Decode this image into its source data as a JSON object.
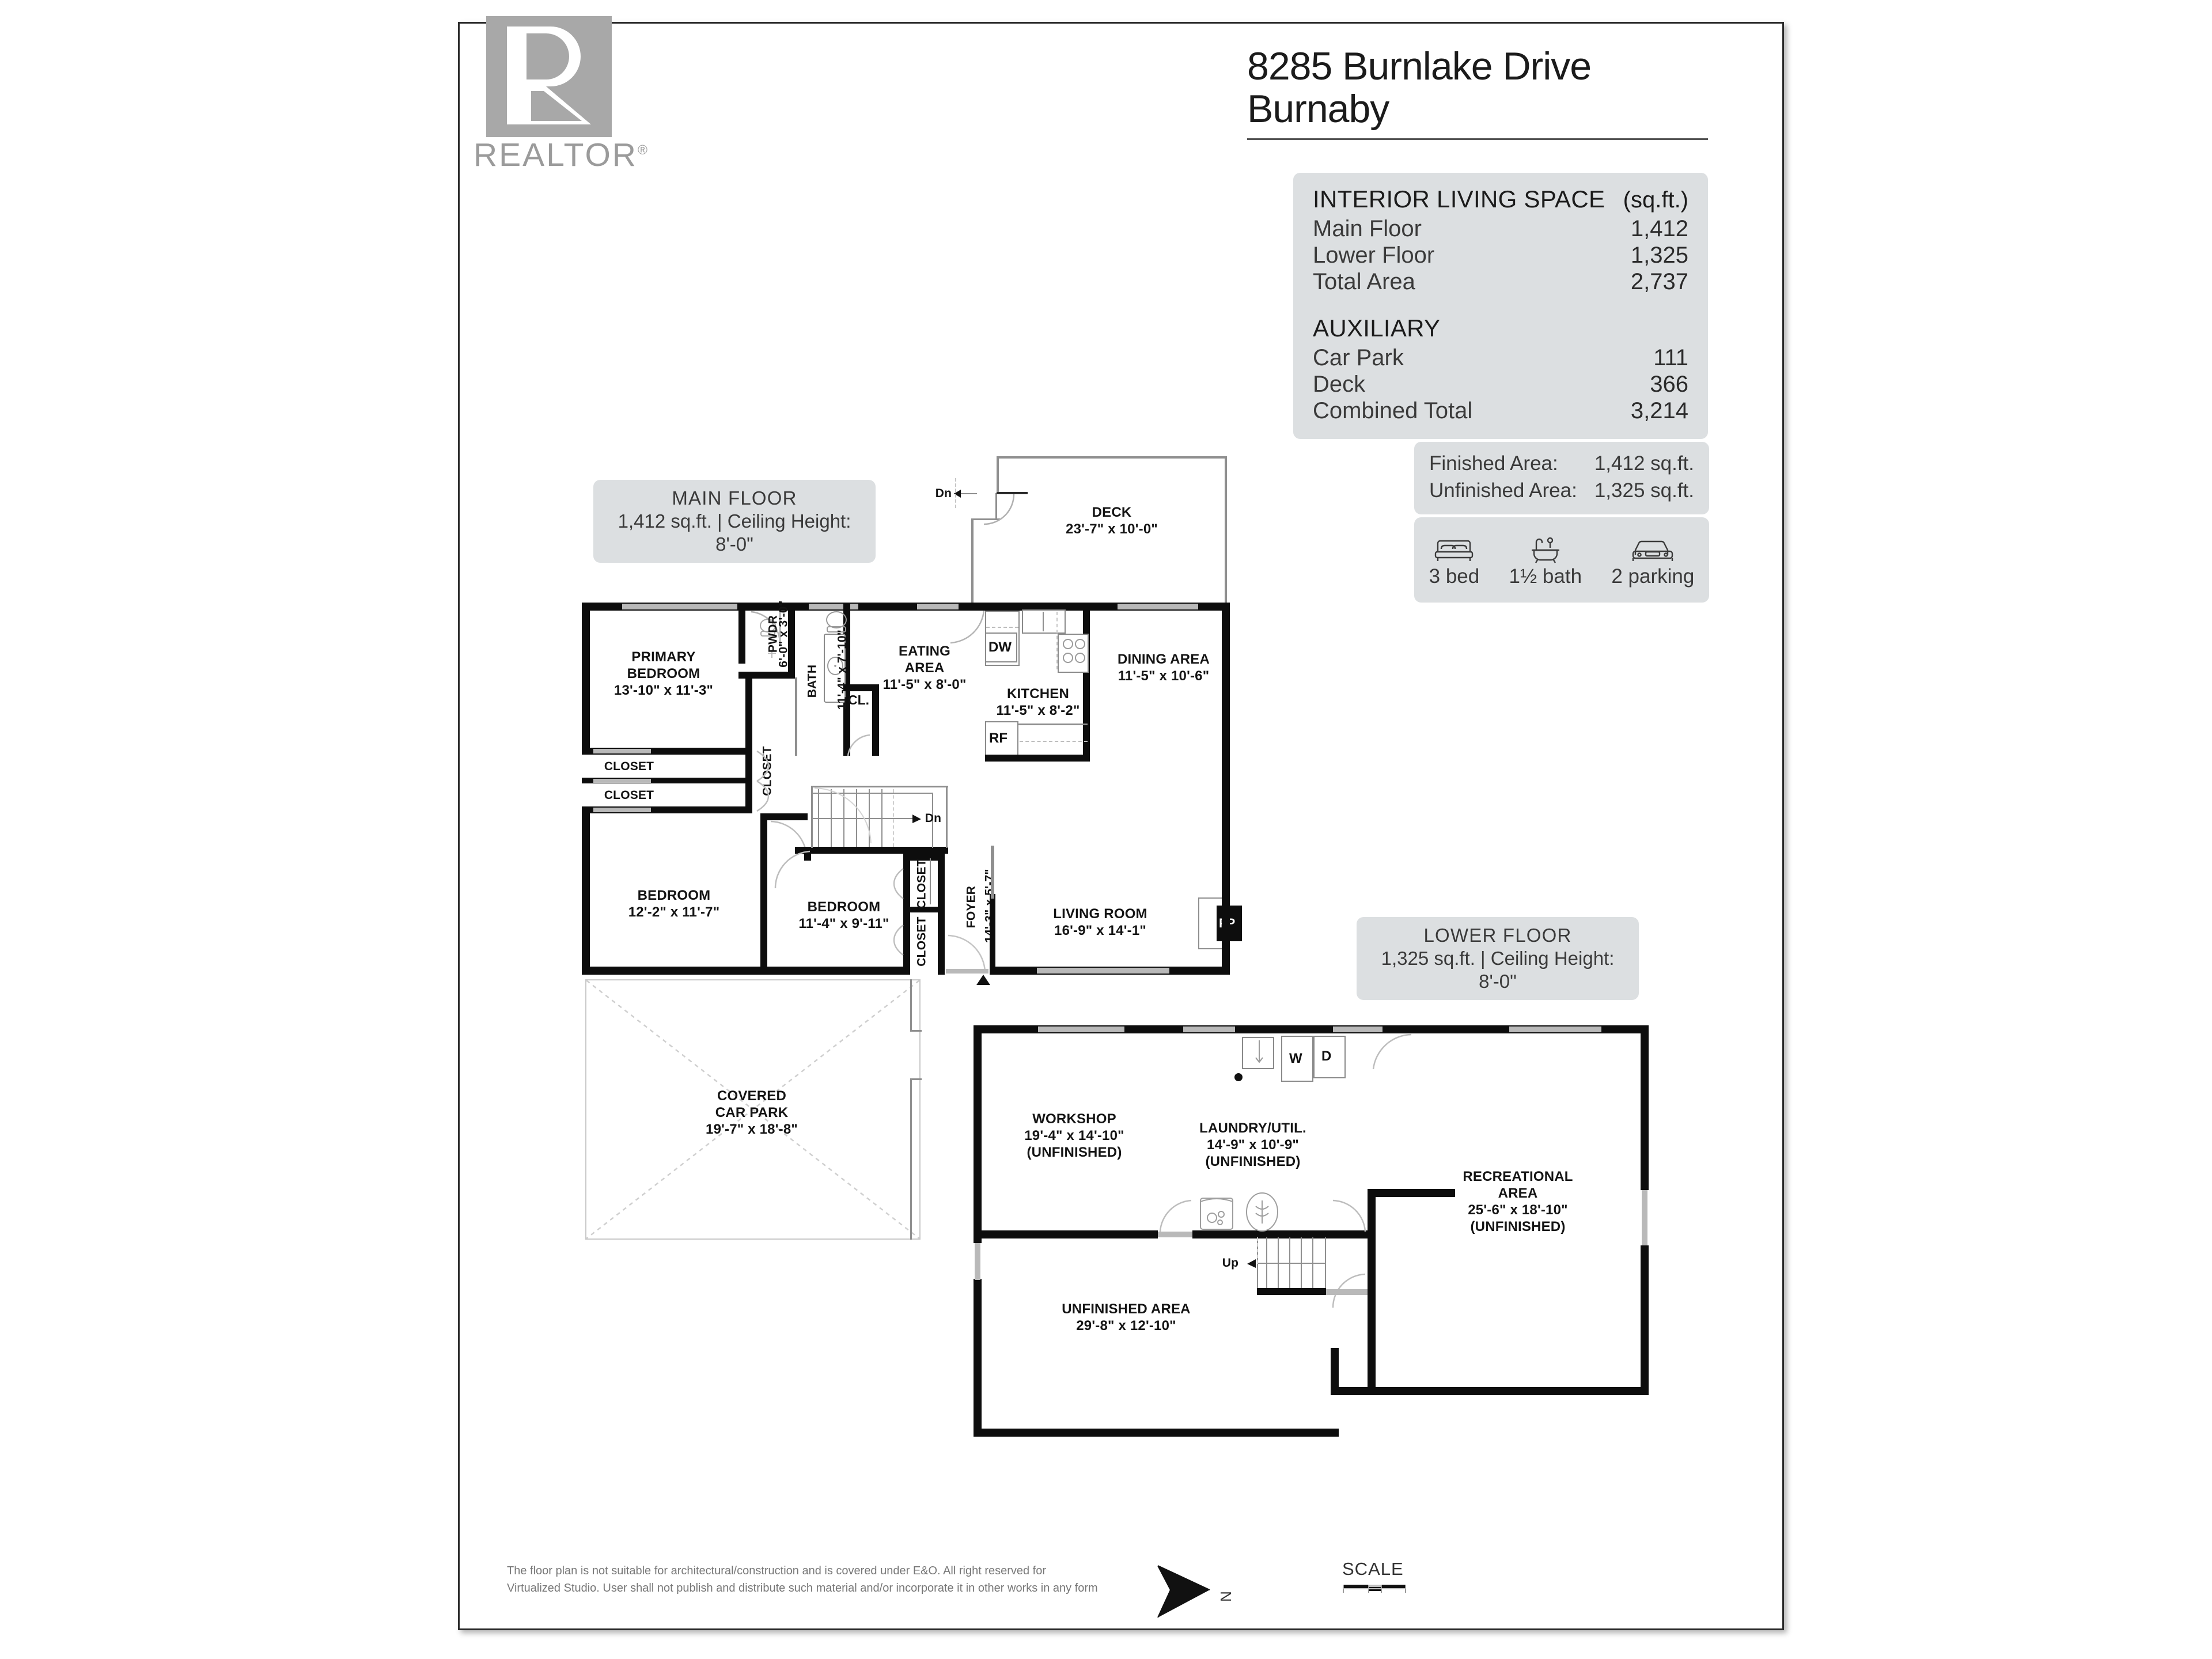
{
  "logo": {
    "brand": "REALTOR",
    "registered": "®",
    "icon": "realtor-r-logo"
  },
  "header": {
    "address_line1": "8285 Burnlake Drive",
    "address_line2": "Burnaby"
  },
  "stats": {
    "interior_heading": "INTERIOR LIVING SPACE",
    "unit_label": "(sq.ft.)",
    "interior_rows": [
      {
        "label": "Main Floor",
        "value": "1,412"
      },
      {
        "label": "Lower Floor",
        "value": "1,325"
      },
      {
        "label": "Total Area",
        "value": "2,737"
      }
    ],
    "auxiliary_heading": "AUXILIARY",
    "auxiliary_rows": [
      {
        "label": "Car Park",
        "value": "111"
      },
      {
        "label": "Deck",
        "value": "366"
      },
      {
        "label": "Combined Total",
        "value": "3,214"
      }
    ]
  },
  "finished": {
    "rows": [
      {
        "label": "Finished Area:",
        "value": "1,412 sq.ft."
      },
      {
        "label": "Unfinished Area:",
        "value": "1,325 sq.ft."
      }
    ]
  },
  "features": [
    {
      "icon": "bed-icon",
      "label": "3 bed"
    },
    {
      "icon": "bathtub-icon",
      "label": "1½ bath"
    },
    {
      "icon": "car-icon",
      "label": "2 parking"
    }
  ],
  "floors": {
    "main": {
      "name": "MAIN FLOOR",
      "detail": "1,412 sq.ft. | Ceiling Height: 8'-0\""
    },
    "lower": {
      "name": "LOWER FLOOR",
      "detail": "1,325 sq.ft. | Ceiling Height: 8'-0\""
    }
  },
  "main_floor_rooms": {
    "primary_bedroom": {
      "name": "PRIMARY BEDROOM",
      "line1": "PRIMARY",
      "line2": "BEDROOM",
      "dims": "13'-10\" x 11'-3\""
    },
    "powder": {
      "name": "PWDR",
      "dims": "6'-0\" x 3'-0\""
    },
    "bath": {
      "name": "BATH",
      "dims": "11'-4\" x 7'-10\""
    },
    "eating": {
      "line1": "EATING",
      "line2": "AREA",
      "dims": "11'-5\" x 8'-0\""
    },
    "kitchen": {
      "name": "KITCHEN",
      "dims": "11'-5\" x 8'-2\""
    },
    "dining": {
      "name": "DINING AREA",
      "dims": "11'-5\" x 10'-6\""
    },
    "deck": {
      "name": "DECK",
      "dims": "23'-7\" x 10'-0\""
    },
    "bedroom2": {
      "name": "BEDROOM",
      "dims": "12'-2\" x 11'-7\""
    },
    "bedroom3": {
      "name": "BEDROOM",
      "dims": "11'-4\" x 9'-11\""
    },
    "foyer": {
      "name": "FOYER",
      "dims": "14'-3\" x 5'-7\""
    },
    "living": {
      "name": "LIVING ROOM",
      "dims": "16'-9\" x 14'-1\""
    },
    "car_park": {
      "line1": "COVERED",
      "line2": "CAR PARK",
      "dims": "19'-7\" x 18'-8\""
    },
    "closet_a": "CLOSET",
    "closet_b": "CLOSET",
    "closet_c": "CLOSET",
    "closet_d": "CLOSET",
    "closet_e": "CLOSET",
    "cl_small": "CL.",
    "dn_deck": "Dn",
    "dn_stair": "Dn",
    "fireplace": "FP",
    "dishwasher": "DW",
    "fridge": "RF"
  },
  "lower_floor_rooms": {
    "workshop": {
      "name": "WORKSHOP",
      "dims": "19'-4\" x 14'-10\"",
      "status": "(UNFINISHED)"
    },
    "laundry": {
      "name": "LAUNDRY/UTIL.",
      "dims": "14'-9\" x 10'-9\"",
      "status": "(UNFINISHED)"
    },
    "recreational": {
      "line1": "RECREATIONAL",
      "line2": "AREA",
      "dims": "25'-6\" x 18'-10\"",
      "status": "(UNFINISHED)"
    },
    "unfinished": {
      "name": "UNFINISHED AREA",
      "dims": "29'-8\" x 12'-10\""
    },
    "washer": "W",
    "dryer": "D",
    "up_stair": "Up"
  },
  "footer": {
    "disclaimer": "The floor plan is not suitable for architectural/construction and is covered under E&O. All right reserved for Virtualized Studio. User shall not publish and distribute such material and/or incorporate it in other works in any form",
    "north_label": "N",
    "scale_label": "SCALE"
  },
  "colors": {
    "wall": "#0d0d0d",
    "card_bg": "#dcdfe1",
    "logo_grey": "#a8a8a8",
    "text": "#1a1a1a"
  }
}
